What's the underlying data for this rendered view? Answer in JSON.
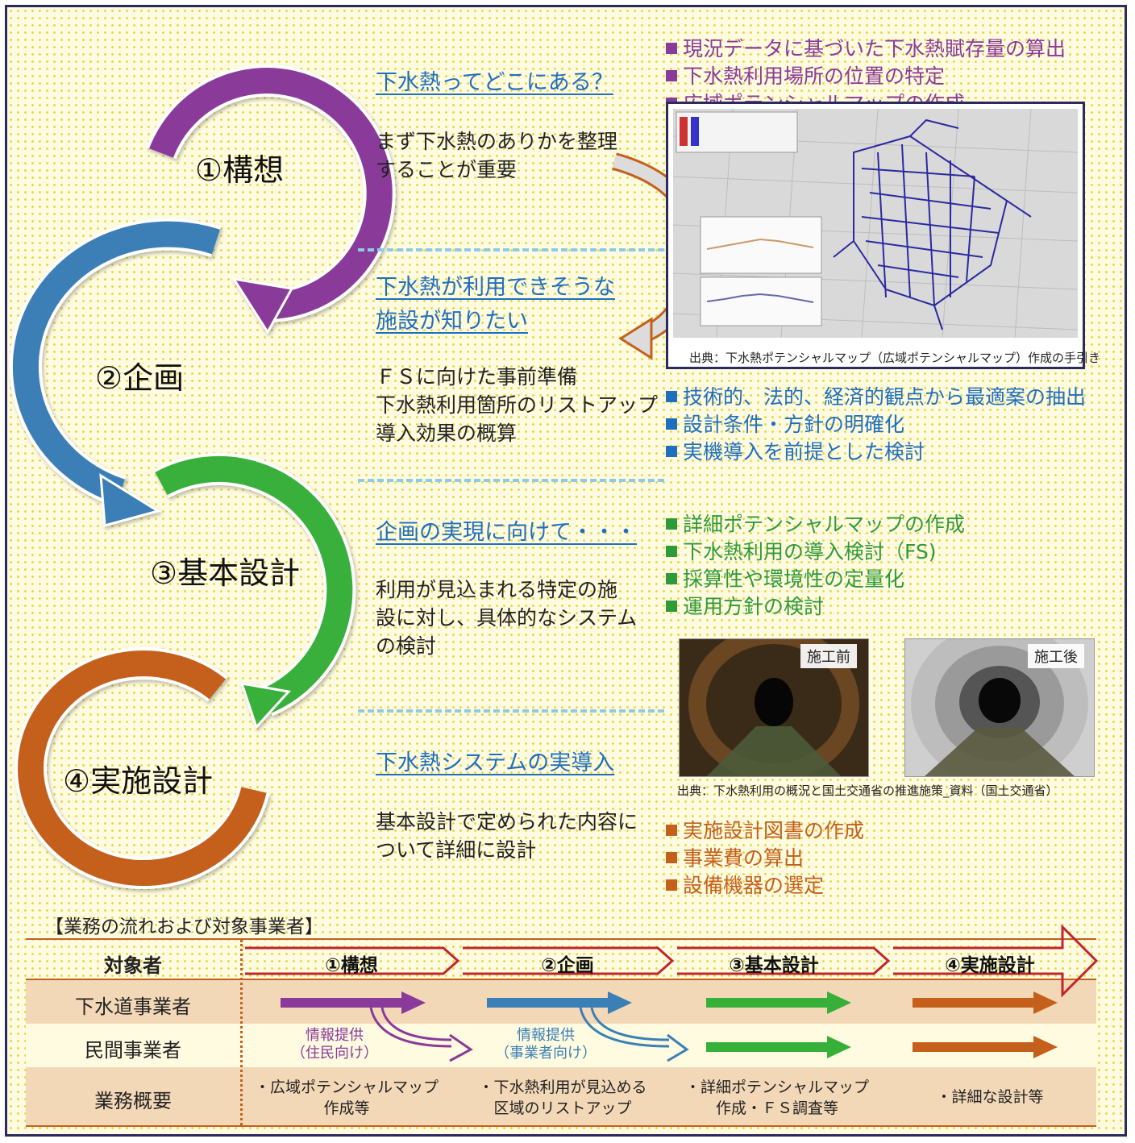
{
  "stages": [
    {
      "label": "①構想"
    },
    {
      "label": "②企画"
    },
    {
      "label": "③基本設計"
    },
    {
      "label": "④実施設計"
    }
  ],
  "questions": {
    "q1": "下水熱ってどこにある？",
    "q2": "下水熱が利用できそうな\n施設が知りたい",
    "q3": "企画の実現に向けて・・・",
    "q4": "下水熱システムの実導入"
  },
  "descriptions": {
    "d1": "まず下水熱のありかを整理\nすることが重要",
    "d2": "ＦＳに向けた事前準備\n下水熱利用箇所のリストアップ\n導入効果の概算",
    "d3": "利用が見込まれる特定の施\n設に対し、具体的なシステム\nの検討",
    "d4": "基本設計で定められた内容に\nついて詳細に設計"
  },
  "bullets": {
    "purple": [
      "現況データに基づいた下水熱賦存量の算出",
      "下水熱利用場所の位置の特定",
      "広域ポテンシャルマップの作成"
    ],
    "blue": [
      "技術的、法的、経済的観点から最適案の抽出",
      "設計条件・方針の明確化",
      "実機導入を前提とした検討"
    ],
    "green": [
      "詳細ポテンシャルマップの作成",
      "下水熱利用の導入検討（FS)",
      "採算性や環境性の定量化",
      "運用方針の検討"
    ],
    "orange": [
      "実施設計図書の作成",
      "事業費の算出",
      "設備機器の選定"
    ]
  },
  "map_caption": "出典：下水熱ポテンシャルマップ（広域ポテンシャルマップ）作成の手引き",
  "photos": {
    "before": "施工前",
    "after": "施工後",
    "caption": "出典：下水熱利用の概況と国土交通省の推進施策_資料（国土交通省）"
  },
  "table": {
    "title": "【業務の流れおよび対象事業者】",
    "header_label": "対象者",
    "phases": [
      "①構想",
      "②企画",
      "③基本設計",
      "④実施設計"
    ],
    "rows": [
      "下水道事業者",
      "民間事業者",
      "業務概要"
    ],
    "info": [
      "情報提供\n（住民向け）",
      "情報提供\n（事業者向け）"
    ],
    "notes": [
      "・広域ポテンシャルマップ\n作成等",
      "・下水熱利用が見込める\n区域のリストアップ",
      "・詳細ポテンシャルマップ\n作成・ＦＳ調査等",
      "・詳細な設計等"
    ]
  },
  "colors": {
    "purple": "#8a3a9a",
    "blue": "#3a7fb6",
    "green": "#37b03a",
    "orange": "#c4601c",
    "red": "#c0262c",
    "frame": "#2b2b5e"
  }
}
